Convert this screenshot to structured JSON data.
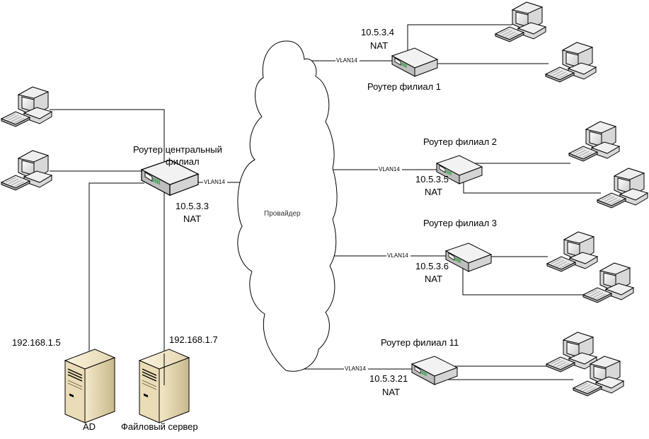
{
  "cloud": {
    "label": "Провайдер"
  },
  "central": {
    "name_line1": "Роутер центральный",
    "name_line2": "филиал",
    "ip": "10.5.3.3",
    "nat": "NAT",
    "vlan": "VLAN14"
  },
  "servers": {
    "ad": {
      "label": "AD",
      "ip": "192.168.1.5"
    },
    "file": {
      "label": "Файловый сервер",
      "ip": "192.168.1.7"
    }
  },
  "branches": [
    {
      "name": "Роутер филиал 1",
      "ip": "10.5.3.4",
      "nat": "NAT",
      "vlan": "VLAN14"
    },
    {
      "name": "Роутер филиал 2",
      "ip": "10.5.3.5",
      "nat": "NAT",
      "vlan": "VLAN14"
    },
    {
      "name": "Роутер филиал 3",
      "ip": "10.5.3.6",
      "nat": "NAT",
      "vlan": "VLAN14"
    },
    {
      "name": "Роутер филиал 11",
      "ip": "10.5.3.21",
      "nat": "NAT",
      "vlan": "VLAN14"
    }
  ],
  "icons": {
    "computer": "computer-icon",
    "router": "router-icon",
    "server": "server-icon",
    "cloud": "cloud-icon"
  }
}
